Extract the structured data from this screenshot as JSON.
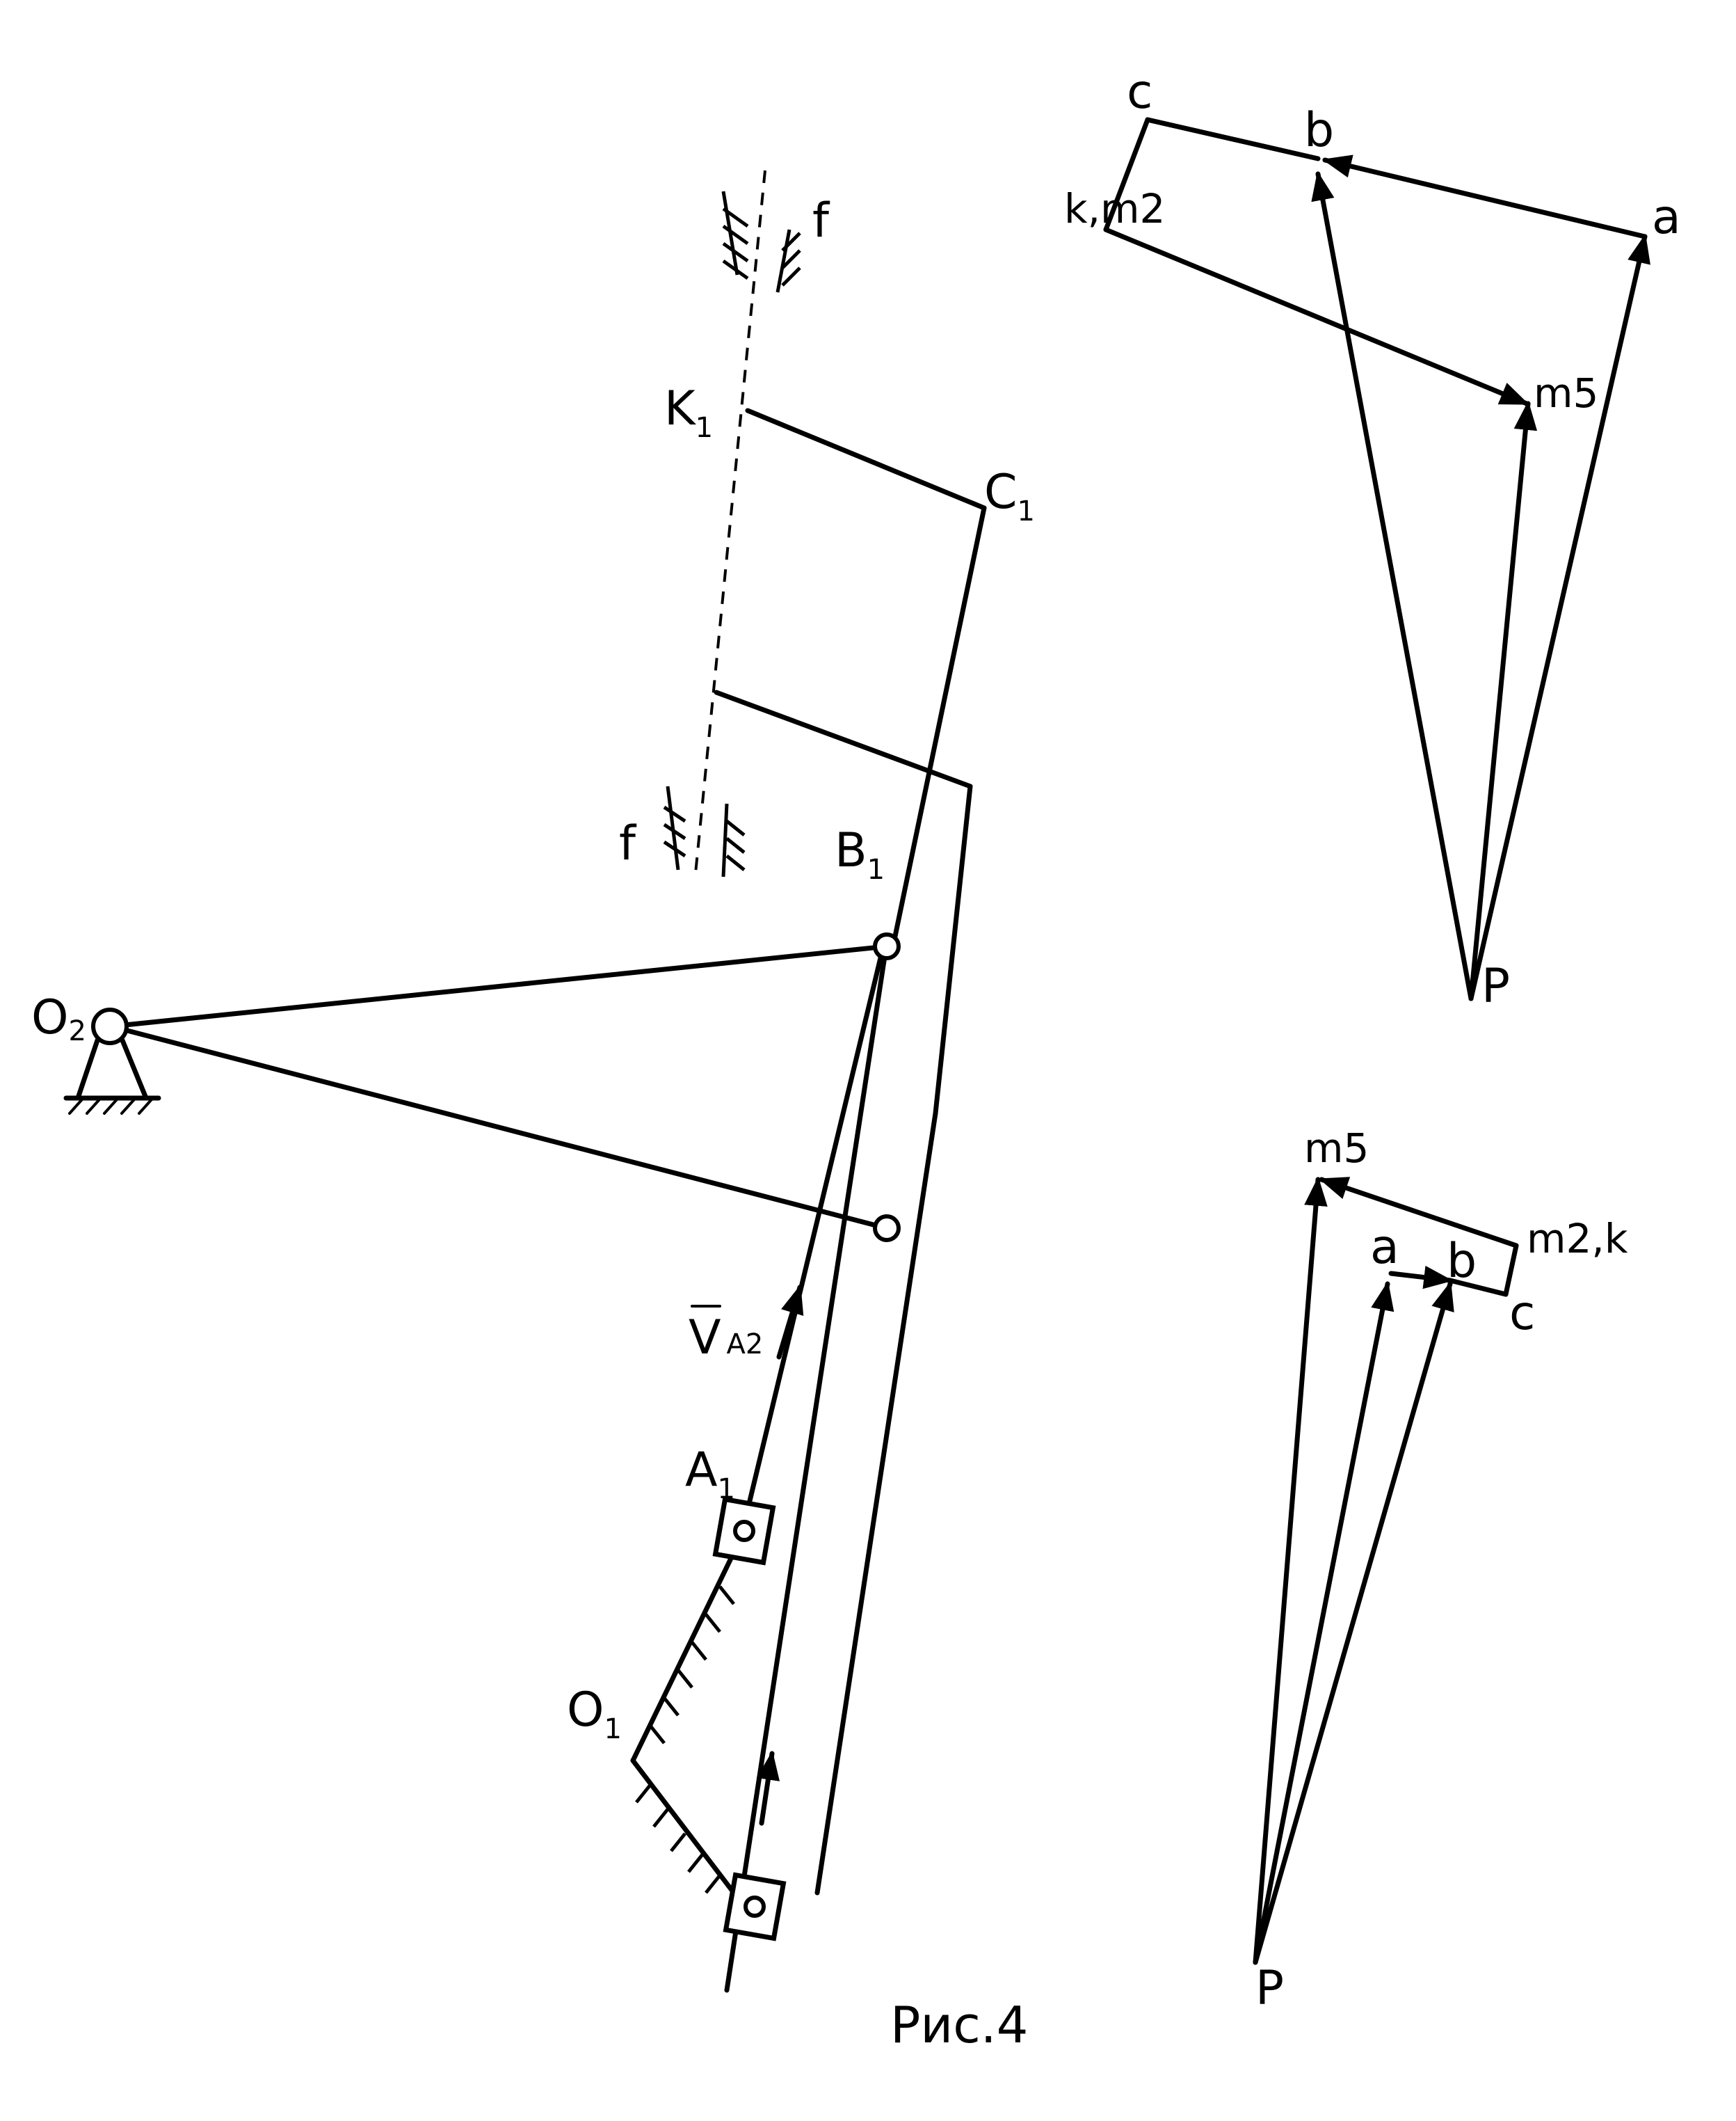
{
  "caption": "Рис.4",
  "mechanism": {
    "labels": {
      "k1_main": "K",
      "k1_sub": "1",
      "c1_main": "C",
      "c1_sub": "1",
      "b1_main": "B",
      "b1_sub": "1",
      "a1_main": "A",
      "a1_sub": "1",
      "o1_main": "O",
      "o1_sub": "1",
      "o2_main": "O",
      "o2_sub": "2",
      "f_top": "f",
      "f_bottom": "f",
      "va2_main": "V",
      "va2_sub": "A2"
    }
  },
  "velocity_plan_1": {
    "labels": {
      "c": "c",
      "b": "b",
      "a": "a",
      "k_m2": "k,m2",
      "m5": "m5",
      "p": "P"
    }
  },
  "velocity_plan_2": {
    "labels": {
      "m5": "m5",
      "a": "a",
      "b": "b",
      "m2_k": "m2,k",
      "c": "c",
      "p": "P"
    }
  }
}
